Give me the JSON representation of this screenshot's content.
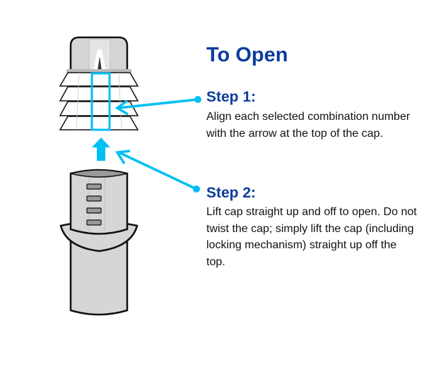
{
  "title": "To Open",
  "steps": [
    {
      "label": "Step 1:",
      "text": "Align each selected combination number with the arrow at the top of the cap."
    },
    {
      "label": "Step 2:",
      "text": "Lift cap straight up and off to open. Do not twist the cap; simply lift the cap (including locking mechanism) straight up off the top."
    }
  ],
  "colors": {
    "heading": "#0b3d9c",
    "accent": "#00bff3",
    "body": "#d6d6d6"
  }
}
